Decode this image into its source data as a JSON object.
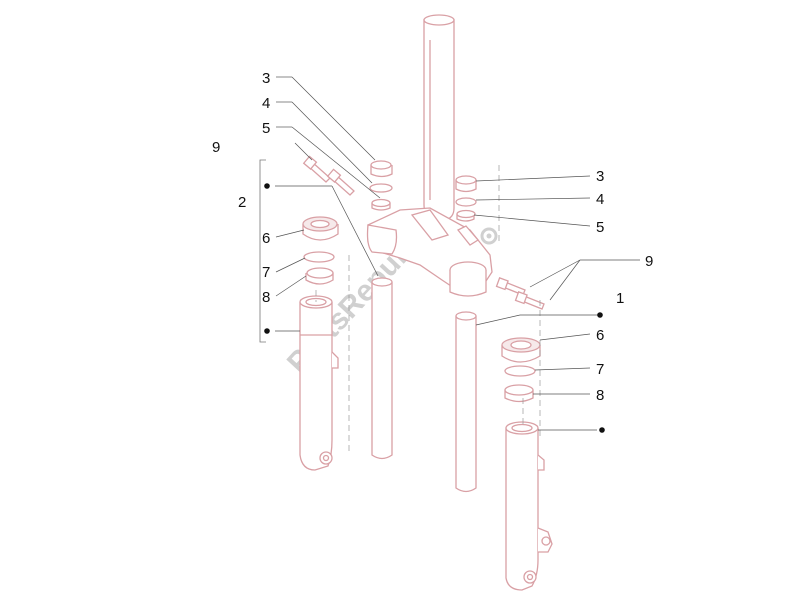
{
  "callouts": {
    "c1": "1",
    "c2": "2",
    "c3a": "3",
    "c3b": "3",
    "c4a": "4",
    "c4b": "4",
    "c5a": "5",
    "c5b": "5",
    "c6a": "6",
    "c6b": "6",
    "c7a": "7",
    "c7b": "7",
    "c8a": "8",
    "c8b": "8",
    "c9a": "9",
    "c9b": "9"
  },
  "watermark": "PartsRepublik",
  "colors": {
    "part_outline": "#d9a0a5",
    "leader": "#555555",
    "text": "#111111"
  }
}
